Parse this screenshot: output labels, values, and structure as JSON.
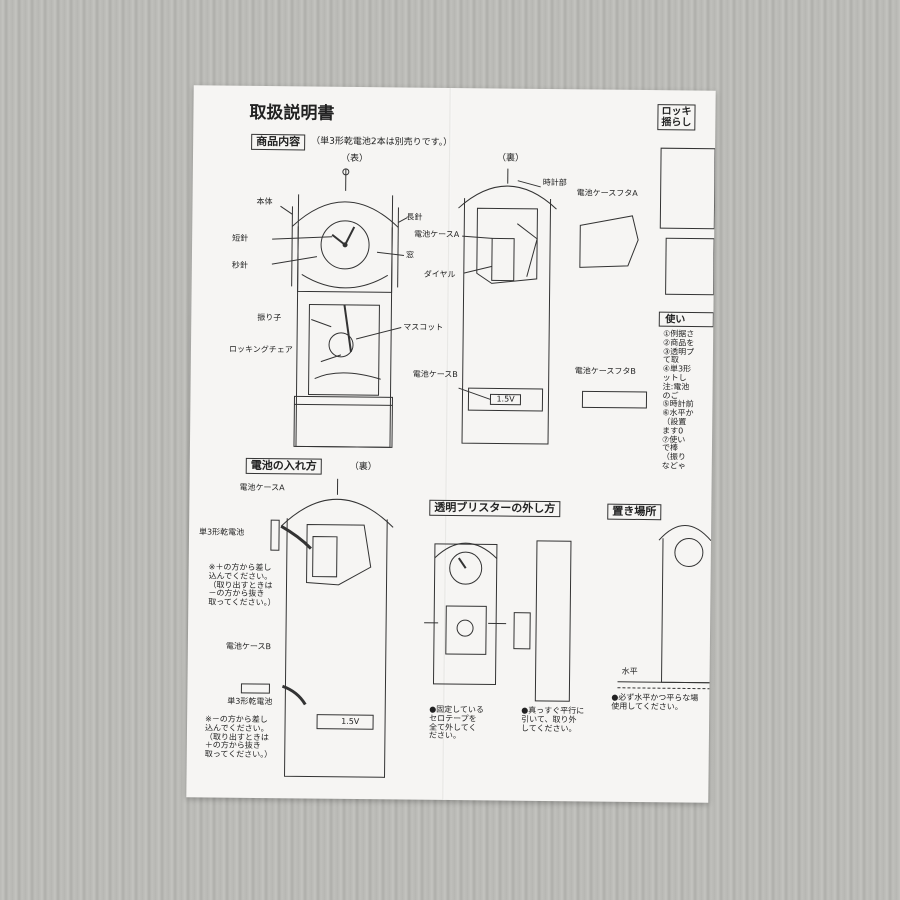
{
  "title": "取扱説明書",
  "contents": {
    "heading": "商品内容",
    "note": "（単3形乾電池2本は別売りです。）"
  },
  "front_label": "（表）",
  "back_label": "（裏）",
  "front_parts": [
    "本体",
    "短針",
    "秒針",
    "長針",
    "窓",
    "振り子",
    "マスコット",
    "ロッキングチェア"
  ],
  "back_parts": [
    "時計部",
    "電池ケースA",
    "ダイヤル",
    "電池ケースフタA",
    "電池ケースB",
    "電池ケースフタB"
  ],
  "battery_voltage": "1.5V",
  "battery_section": {
    "heading": "電池の入れ方",
    "back_label": "（裏）",
    "case_a": "電池ケースA",
    "battery_a": "単3形乾電池",
    "note_a": [
      "※＋の方から差し",
      "込んでください。",
      "（取り出すときは",
      "－の方から抜き",
      "取ってください。）"
    ],
    "case_b": "電池ケースB",
    "battery_b": "単3形乾電池",
    "note_b": [
      "※－の方から差し",
      "込んでください。",
      "（取り出すときは",
      "＋の方から抜き",
      "取ってください。）"
    ]
  },
  "blister_section": {
    "heading": "透明ブリスターの外し方",
    "step1": [
      "●固定している",
      "セロテープを",
      "全て外してく",
      "ださい。"
    ],
    "step2": [
      "●真っすぐ平行に",
      "引いて、取り外",
      "してください。"
    ]
  },
  "rocking_section": {
    "heading_lines": [
      "ロッキ",
      "揺らし"
    ]
  },
  "usage_section": {
    "heading": "使い",
    "items": [
      "①例据さ",
      "②商品を",
      "③透明プ",
      "て取",
      "④単3形",
      "ットし",
      "注:電池",
      "のご",
      "⑤時計前",
      "⑥水平か",
      "（設置",
      "ます0",
      "⑦使い",
      "で棒",
      "（振り",
      "などゃ"
    ]
  },
  "placement_section": {
    "heading": "置き場所",
    "level_label": "水平",
    "note": [
      "●必ず水平かつ平らな場",
      "使用してください。"
    ]
  }
}
